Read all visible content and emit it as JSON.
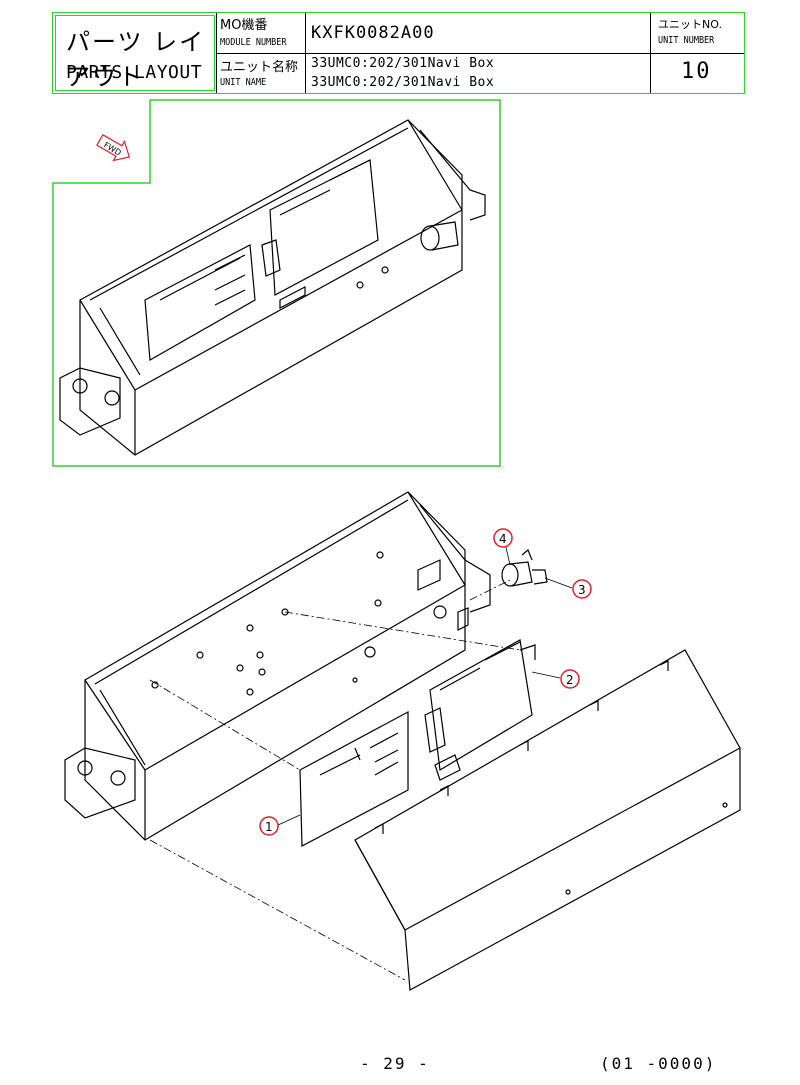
{
  "header": {
    "title_jp": "パーツ レイアウト",
    "title_en": "PARTS LAYOUT",
    "module_label_jp": "MO機番",
    "module_label_en": "MODULE NUMBER",
    "module_number": "KXFK0082A00",
    "unit_name_label_jp": "ユニット名称",
    "unit_name_label_en": "UNIT NAME",
    "unit_name_1": "33UMC0:202/301Navi Box",
    "unit_name_2": "33UMC0:202/301Navi Box",
    "unit_no_label_jp": "ユニットNO.",
    "unit_no_label_en": "UNIT NUMBER",
    "unit_number": "10"
  },
  "drawing": {
    "fwd_label": "FWD",
    "callouts": [
      "1",
      "2",
      "3",
      "4"
    ],
    "colors": {
      "frame": "#2bd62b",
      "callout": "#e0202a",
      "line": "#000000"
    }
  },
  "footer": {
    "page": "- 29 -",
    "code": "(01 -0000)"
  }
}
